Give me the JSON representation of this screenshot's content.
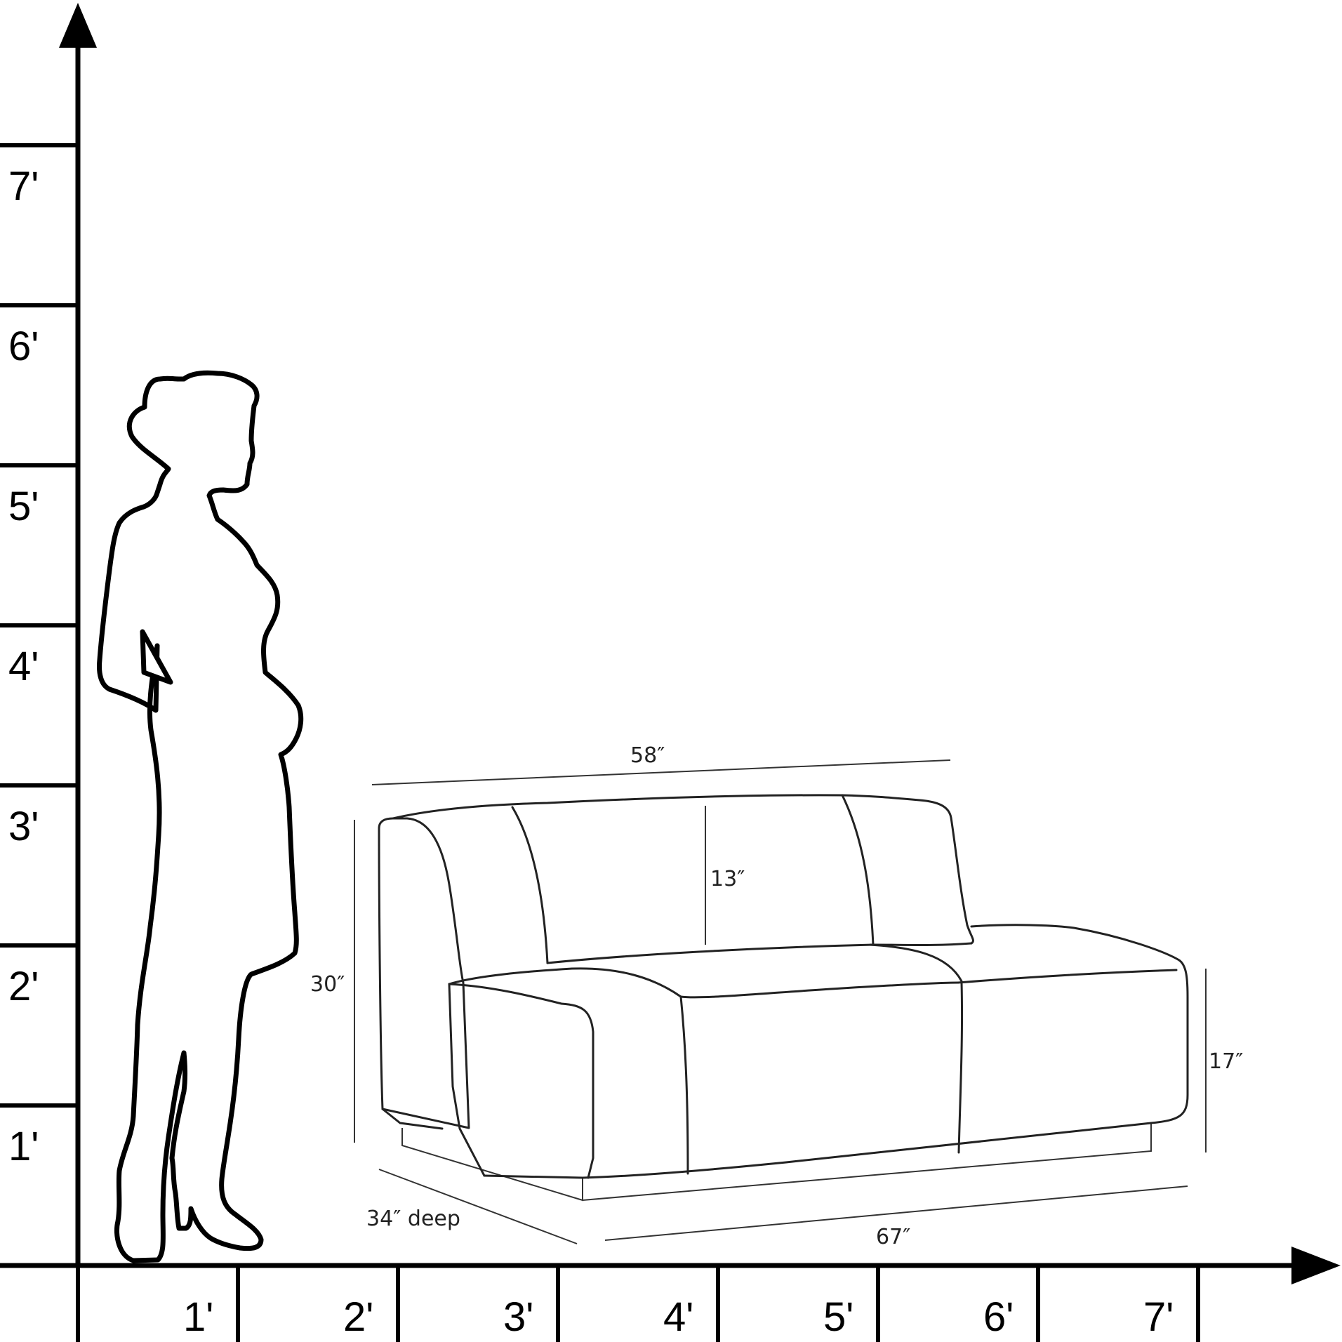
{
  "y_axis": {
    "ticks": [
      {
        "label": "1'",
        "feet": 1
      },
      {
        "label": "2'",
        "feet": 2
      },
      {
        "label": "3'",
        "feet": 3
      },
      {
        "label": "4'",
        "feet": 4
      },
      {
        "label": "5'",
        "feet": 5
      },
      {
        "label": "6'",
        "feet": 6
      },
      {
        "label": "7'",
        "feet": 7
      }
    ]
  },
  "x_axis": {
    "ticks": [
      {
        "label": "1'",
        "feet": 1
      },
      {
        "label": "2'",
        "feet": 2
      },
      {
        "label": "3'",
        "feet": 3
      },
      {
        "label": "4'",
        "feet": 4
      },
      {
        "label": "5'",
        "feet": 5
      },
      {
        "label": "6'",
        "feet": 6
      },
      {
        "label": "7'",
        "feet": 7
      }
    ]
  },
  "dimensions": {
    "back_width": "58″",
    "back_height": "13″",
    "total_height": "30″",
    "seat_height": "17″",
    "depth": "34″ deep",
    "total_width": "67″"
  }
}
